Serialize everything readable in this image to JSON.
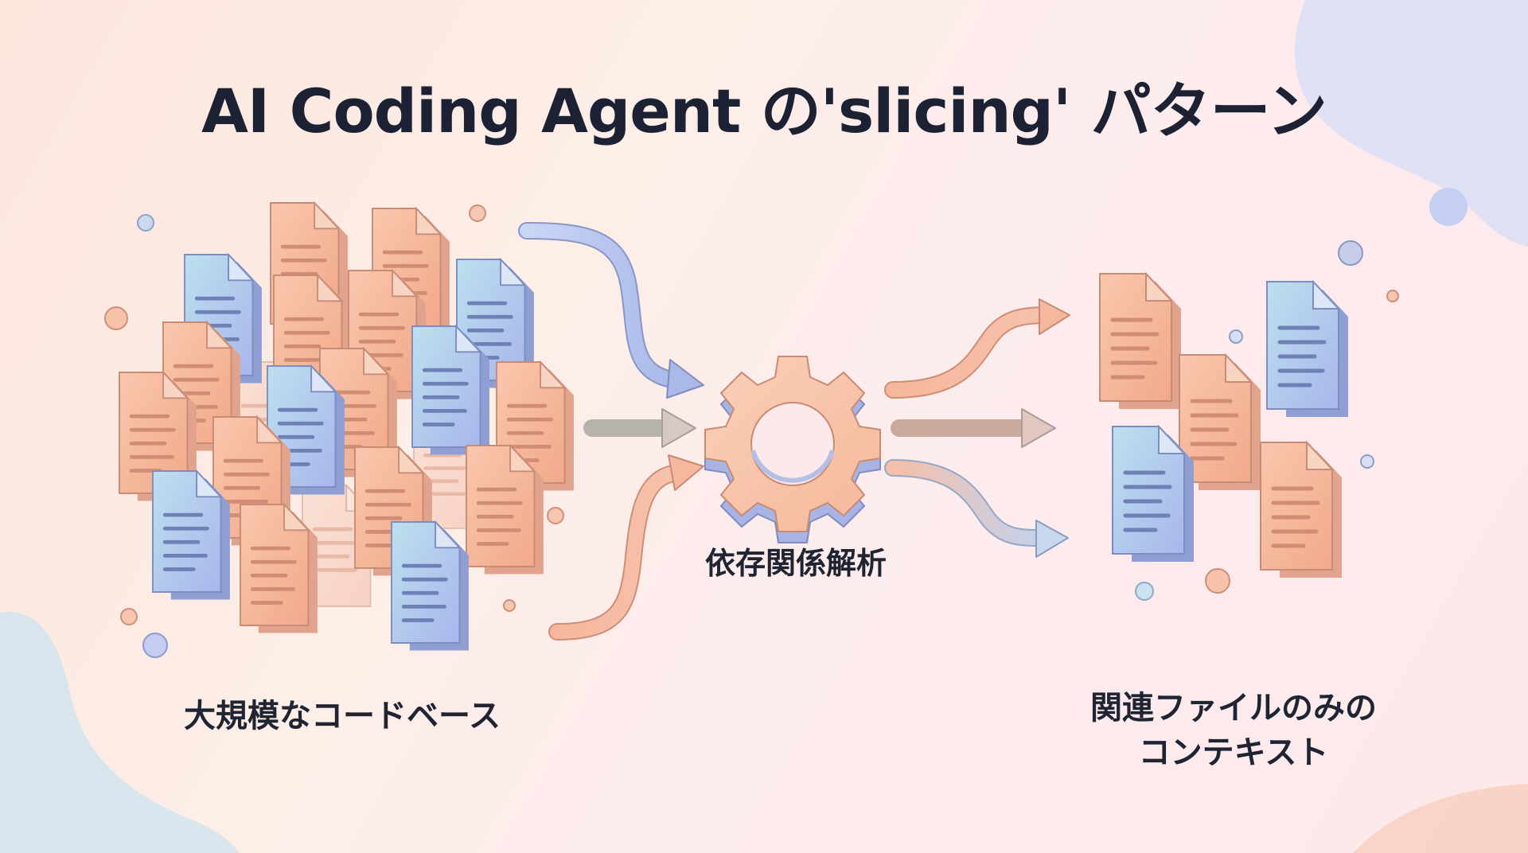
{
  "title": "AI Coding Agent の'slicing' パターン",
  "source_label": "大規模なコードベース",
  "process_label": "依存関係解析",
  "result_label": {
    "line1": "関連ファイルのみの",
    "line2": "コンテキスト"
  },
  "icons": [
    "document-icon",
    "gear-icon",
    "arrow-icon"
  ],
  "colors": {
    "title": "#1c2233",
    "orange": "#f5b496",
    "orange_edge": "#c98a74",
    "blue": "#b3c3ee",
    "blue_edge": "#8090bf",
    "gear": "#f7c4aa"
  }
}
